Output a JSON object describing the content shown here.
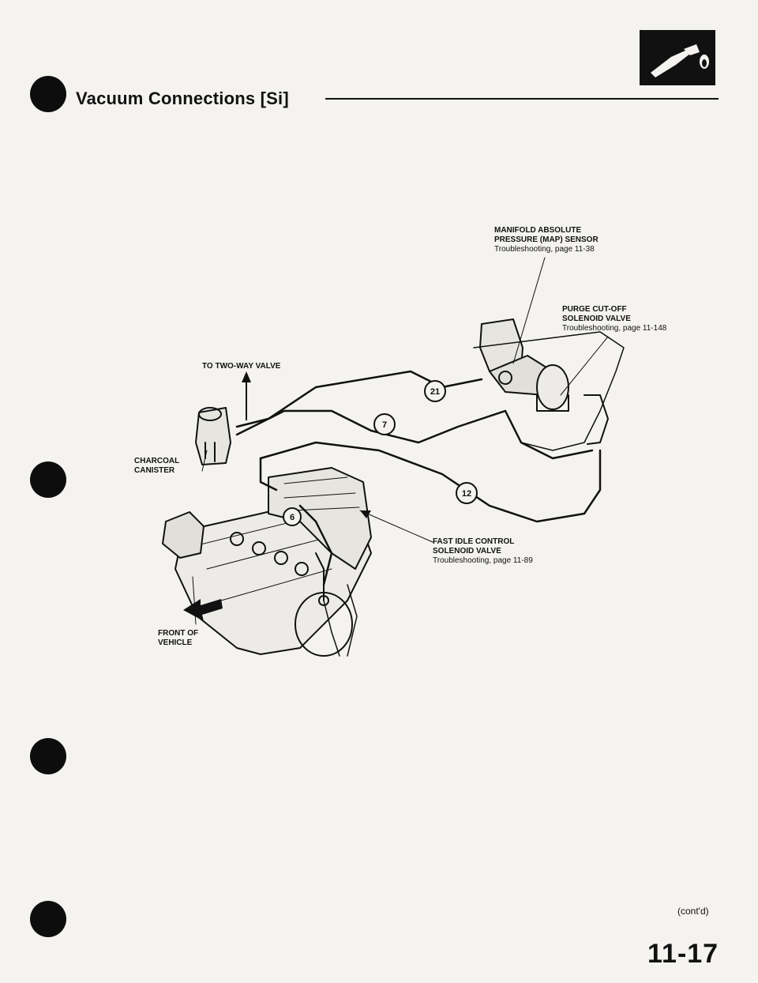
{
  "header": {
    "title": "Vacuum Connections [Si]",
    "section_icon": "fuel-nozzle-icon"
  },
  "labels": {
    "map_sensor": {
      "line1": "MANIFOLD ABSOLUTE",
      "line2": "PRESSURE (MAP) SENSOR",
      "ref": "Troubleshooting, page 11-38"
    },
    "purge_valve": {
      "line1": "PURGE CUT-OFF",
      "line2": "SOLENOID VALVE",
      "ref": "Troubleshooting, page 11-148"
    },
    "two_way_valve": "TO TWO-WAY VALVE",
    "charcoal_canister": {
      "line1": "CHARCOAL",
      "line2": "CANISTER"
    },
    "fast_idle": {
      "line1": "FAST IDLE CONTROL",
      "line2": "SOLENOID VALVE",
      "ref": "Troubleshooting, page 11-89"
    },
    "front_of_vehicle": {
      "line1": "FRONT OF",
      "line2": "VEHICLE"
    }
  },
  "hoses": [
    "21",
    "7",
    "12",
    "6"
  ],
  "footer": {
    "continued": "(cont'd)",
    "page_number": "11-17"
  }
}
